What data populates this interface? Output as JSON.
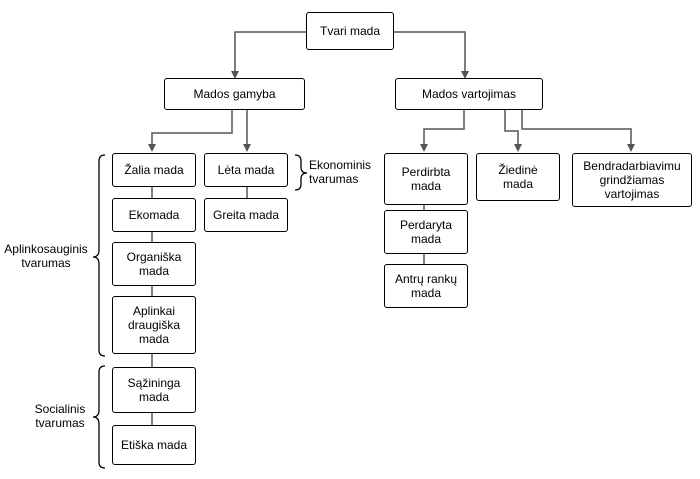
{
  "nodes": {
    "root": "Tvari mada",
    "gamyba": "Mados gamyba",
    "vartojimas": "Mados vartojimas",
    "zalia": "Žalia mada",
    "leta": "Lėta mada",
    "ekomada": "Ekomada",
    "greita": "Greita mada",
    "organiska": "Organiška\nmada",
    "aplinkai": "Aplinkai\ndraugiška\nmada",
    "sazininga": "Sąžininga\nmada",
    "etiska": "Etiška mada",
    "perdirbta": "Perdirbta\nmada",
    "perdaryta": "Perdaryta\nmada",
    "antru": "Antrų rankų\nmada",
    "ziedine": "Žiedinė\nmada",
    "bendradarbiavimu": "Bendradarbiavimu\ngrindžiamas\nvartojimas"
  },
  "groups": {
    "ekonominis": "Ekonominis\ntvarumas",
    "aplinkosauginis": "Aplinkosauginis\ntvarumas",
    "socialinis": "Socialinis\ntvarumas"
  }
}
